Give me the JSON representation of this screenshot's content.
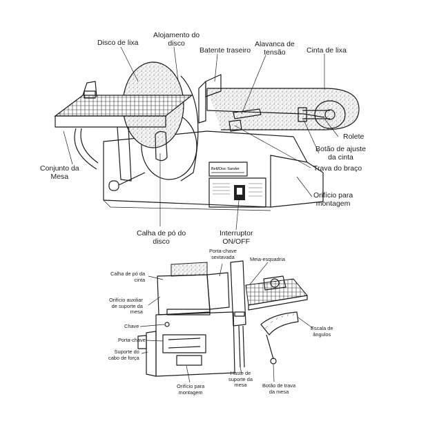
{
  "upper_view": {
    "labels": {
      "disco_de_lixa": "Disco de lixa",
      "alojamento_do_disco": "Alojamento do\ndisco",
      "batente_traseiro": "Batente traseiro",
      "alavanca_de_tensao": "Alavanca de\ntensão",
      "cinta_de_lixa": "Cinta de lixa",
      "rolete": "Rolete",
      "botao_de_ajuste": "Botão de ajuste\nda cinta",
      "trava_do_braco": "Trava do braço",
      "orificio_para_montagem": "Orifício para\nmontagem",
      "interruptor": "Interruptor\nON/OFF",
      "calha_de_po_do_disco": "Calha de pó do\ndisco",
      "conjunto_da_mesa": "Conjunto da\nMesa"
    },
    "nameplate": "Belt/Disc Sander"
  },
  "lower_view": {
    "labels": {
      "porta_chave_sextavada": "Porta-chave\nsextavada",
      "meia_esquadria": "Meia-esquadria",
      "calha_de_po_da_cinta": "Calha de pó da\ncinta",
      "orificio_auxiliar": "Orifício auxiliar\nde suporte da\nmesa",
      "chave": "Chave",
      "porta_chave": "Porta-chave",
      "suporte_do_cabo": "Suporte do\ncabo de força",
      "escala_de_angulos": "Escala de\nângulos",
      "orificio_para_montagem": "Orifício para\nmontagem",
      "haste_de_suporte": "Haste de\nsuporte da\nmesa",
      "botao_de_trava": "Botão de trava\nda mesa"
    }
  }
}
